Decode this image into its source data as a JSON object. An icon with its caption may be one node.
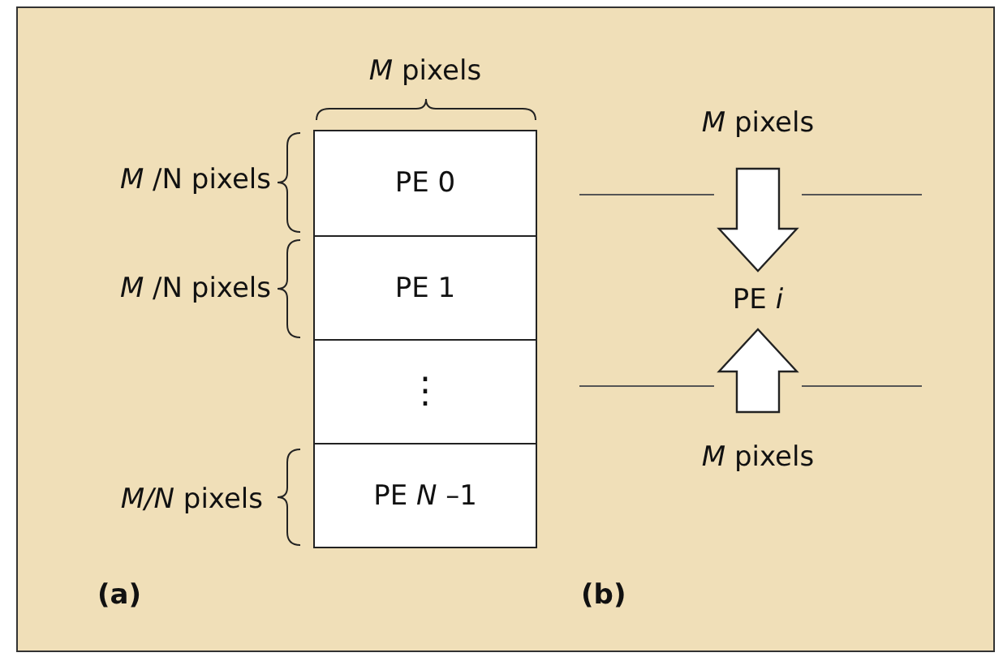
{
  "diagram": {
    "nodes": [
      {
        "text": [
          "PE 0"
        ]
      },
      {
        "text": [
          "PE 1"
        ]
      },
      {
        "text": [
          "⋮"
        ]
      },
      {
        "text": [
          "PE *N* –1"
        ]
      },
      {
        "text": [
          "*M* pixels"
        ]
      },
      {
        "text": [
          "PE *i*"
        ]
      },
      {
        "text": [
          "*M* pixels"
        ]
      }
    ],
    "edges": [
      {
        "from": 4,
        "to": 5,
        "arrow": "to"
      },
      {
        "from": 6,
        "to": 5,
        "arrow": "to"
      }
    ],
    "labels": [
      "*M* pixels",
      "*M* /N pixels",
      "*M* /N pixels",
      "*M/N* pixels",
      "(a)",
      "(b)"
    ]
  }
}
